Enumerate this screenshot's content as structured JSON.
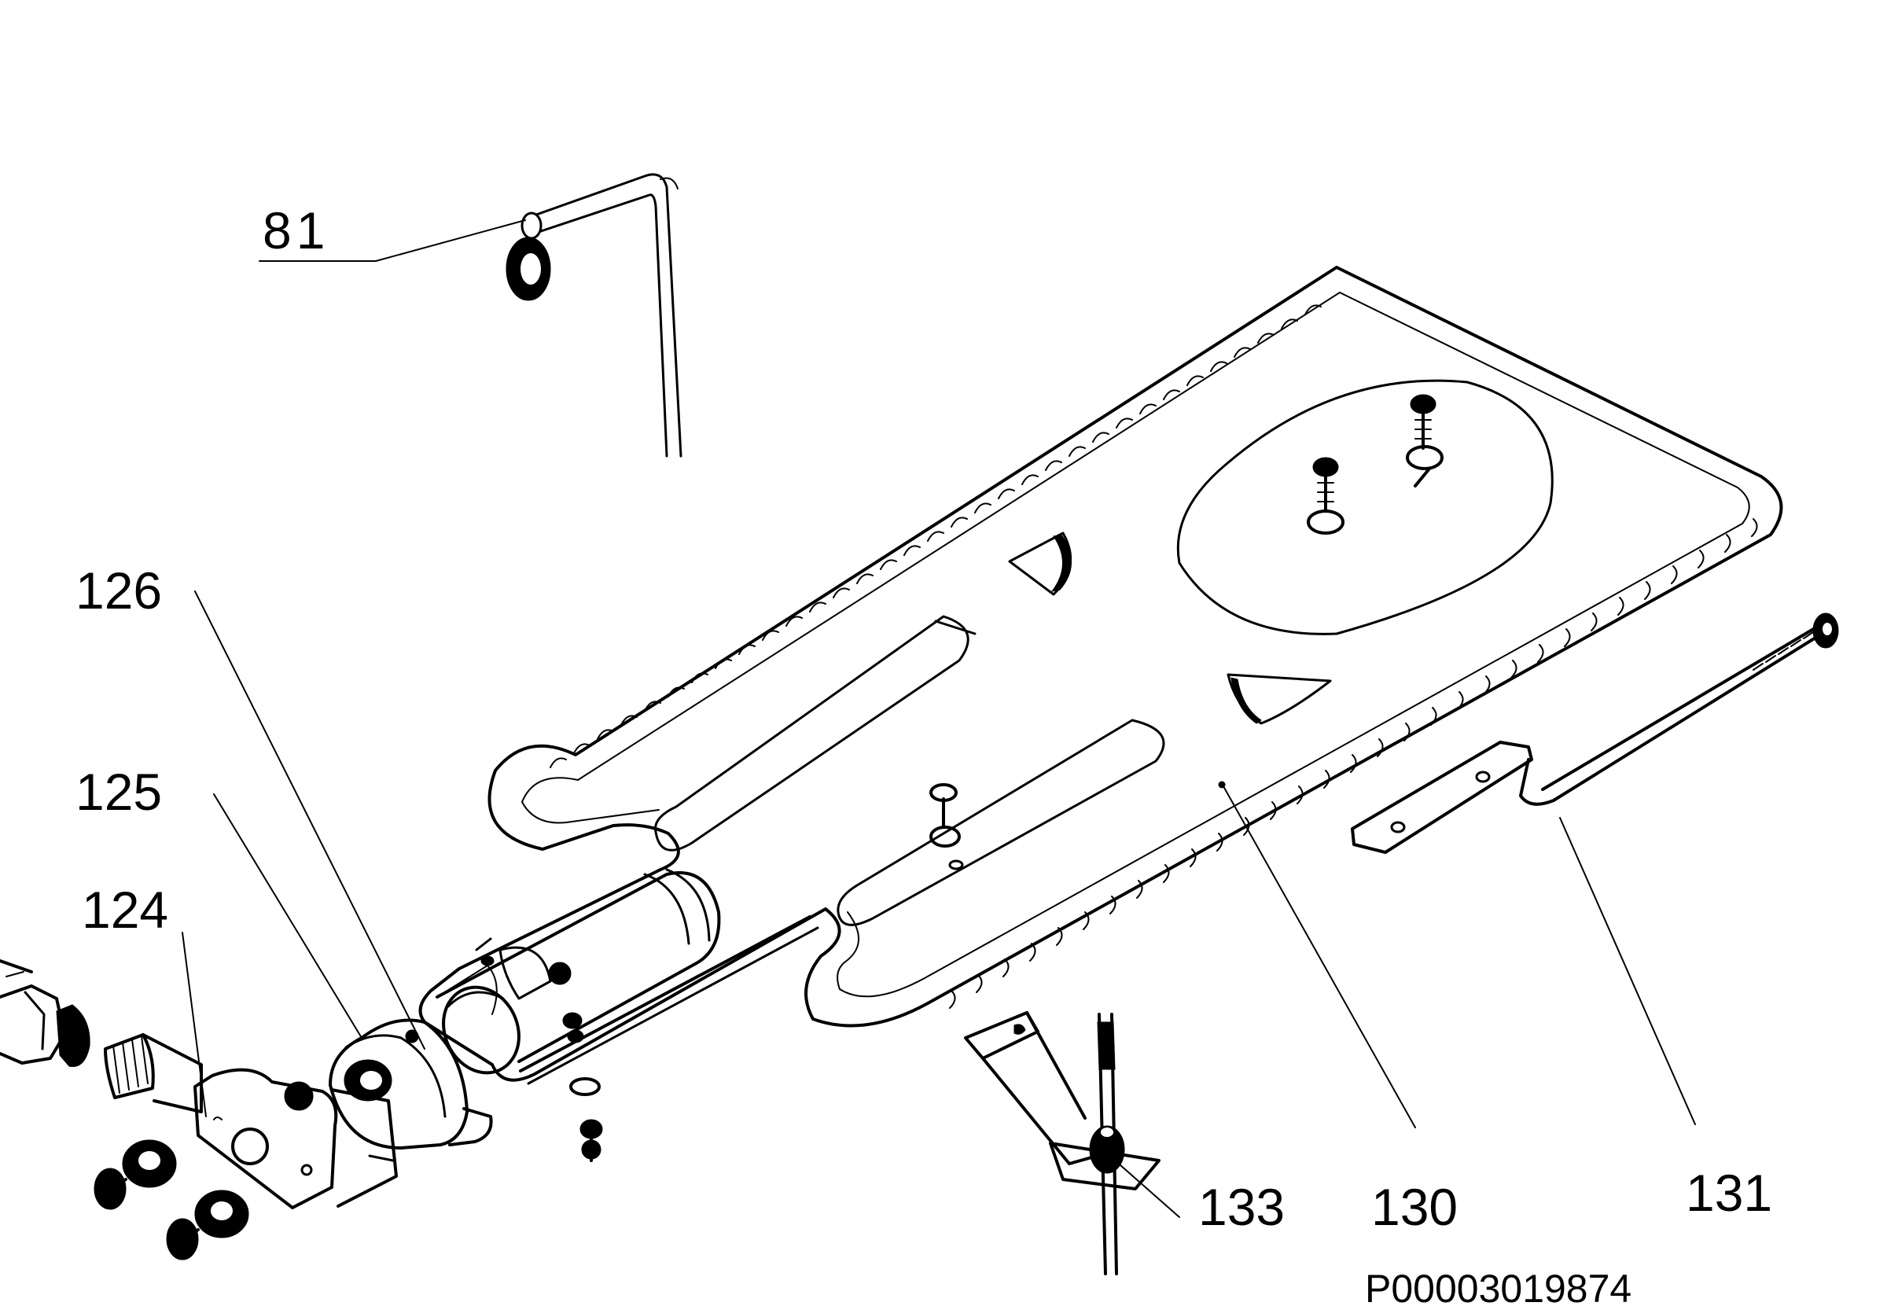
{
  "callouts": [
    {
      "id": "81",
      "text": "81"
    },
    {
      "id": "126",
      "text": "126"
    },
    {
      "id": "125",
      "text": "125"
    },
    {
      "id": "124",
      "text": "124"
    },
    {
      "id": "133",
      "text": "133"
    },
    {
      "id": "130",
      "text": "130"
    },
    {
      "id": "131",
      "text": "131"
    }
  ],
  "drawing_code": "P00003019874",
  "colors": {
    "ink": "#000000",
    "paper": "#ffffff"
  }
}
